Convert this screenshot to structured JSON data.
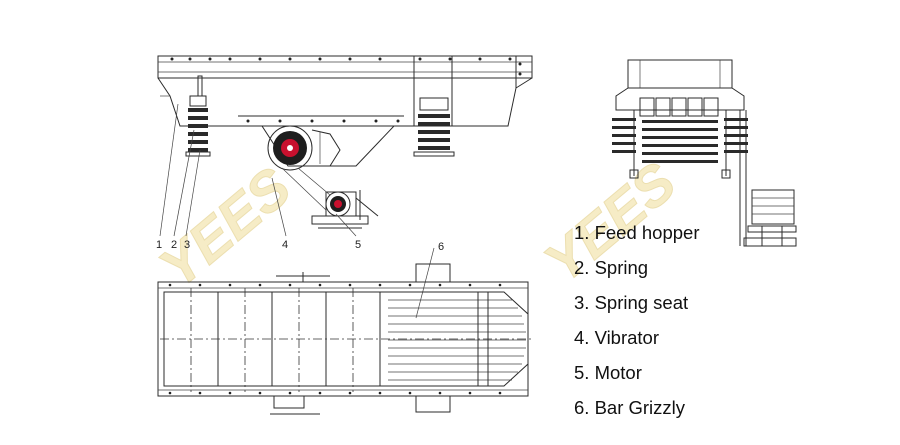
{
  "legend": {
    "items": [
      {
        "label": "1. Feed hopper"
      },
      {
        "label": "2. Spring"
      },
      {
        "label": "3. Spring seat"
      },
      {
        "label": "4. Vibrator"
      },
      {
        "label": "5. Motor"
      },
      {
        "label": "6. Bar Grizzly"
      }
    ]
  },
  "callouts": [
    "1",
    "2",
    "3",
    "4",
    "5",
    "6"
  ],
  "watermark": {
    "text": "YEES"
  },
  "colors": {
    "line": "#2b2b2b",
    "vibrator_accent": "#c8102e",
    "watermark": "#f3e6b4"
  }
}
